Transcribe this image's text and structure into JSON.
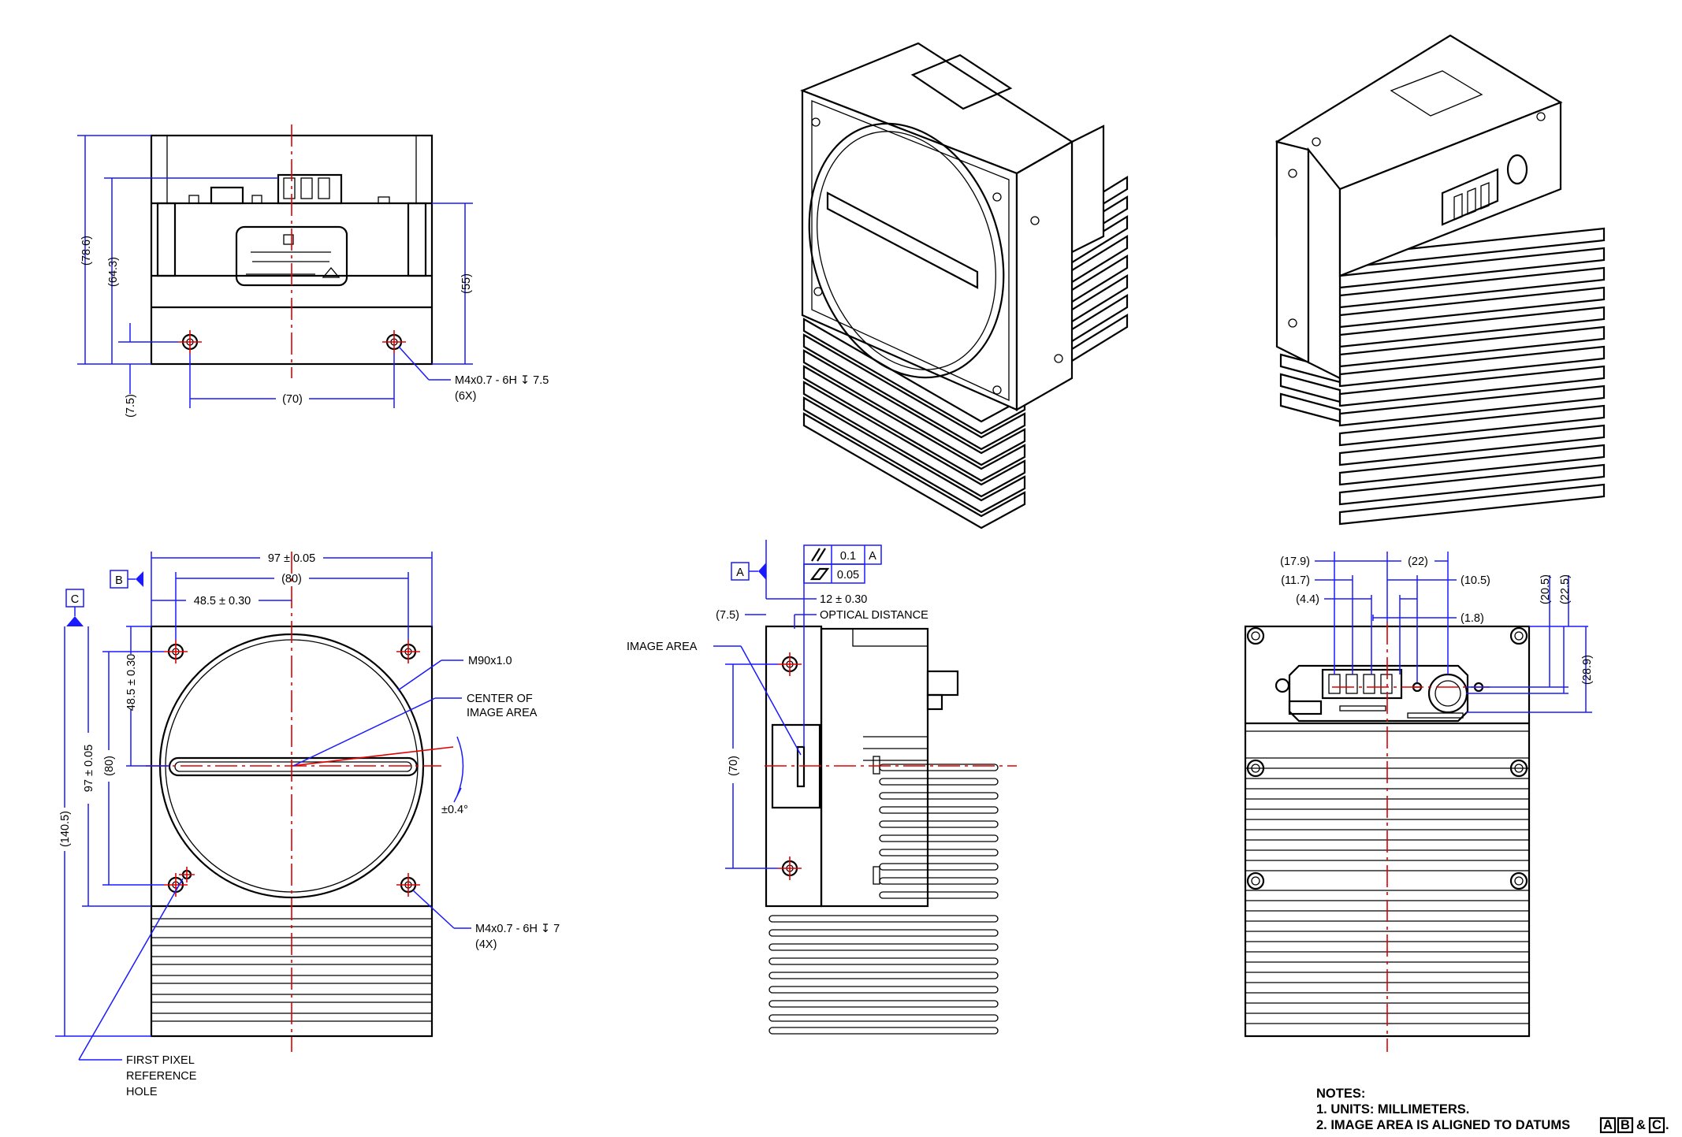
{
  "top_view": {
    "dim_overall_height": "(78.6)",
    "dim_connector_height": "(64.3)",
    "dim_side_height": "(55)",
    "dim_hole_offset": "(7.5)",
    "dim_hole_spacing": "(70)",
    "thread_callout": "M4x0.7 - 6H ↧ 7.5",
    "thread_qty": "(6X)"
  },
  "front_view": {
    "width_tol": "97 ± 0.05",
    "hole_spacing_x": "(80)",
    "center_x": "48.5 ± 0.30",
    "datum_b": "B",
    "datum_c": "C",
    "center_y": "48.5 ± 0.30",
    "hole_spacing_y": "(80)",
    "height_tol": "97 ± 0.05",
    "overall_height": "(140.5)",
    "mount_thread": "M90x1.0",
    "center_label": [
      "CENTER OF",
      "IMAGE AREA"
    ],
    "rotation_tol": "±0.4°",
    "thread_callout": "M4x0.7 - 6H ↧ 7",
    "thread_qty": "(4X)",
    "ref_hole_label": [
      "FIRST PIXEL",
      "REFERENCE",
      "HOLE"
    ]
  },
  "side_view": {
    "datum_a": "A",
    "parallelism_value": "0.1",
    "parallelism_datum": "A",
    "flatness_value": "0.05",
    "optical_distance": "12 ± 0.30",
    "optical_distance_label": "OPTICAL DISTANCE",
    "front_offset": "(7.5)",
    "image_area_label": "IMAGE AREA",
    "hole_spacing": "(70)"
  },
  "back_view": {
    "dim_17_9": "(17.9)",
    "dim_11_7": "(11.7)",
    "dim_4_4": "(4.4)",
    "dim_22": "(22)",
    "dim_10_5": "(10.5)",
    "dim_1_8": "(1.8)",
    "dim_20_5": "(20.5)",
    "dim_22_5": "(22.5)",
    "dim_28_9": "(28.9)"
  },
  "notes": {
    "heading": "NOTES:",
    "line1": "1. UNITS: MILLIMETERS.",
    "line2_prefix": "2. IMAGE AREA IS ALIGNED TO DATUMS",
    "datum_a": "A",
    "datum_b": "B",
    "amp": "&",
    "datum_c": "C",
    "period": "."
  }
}
